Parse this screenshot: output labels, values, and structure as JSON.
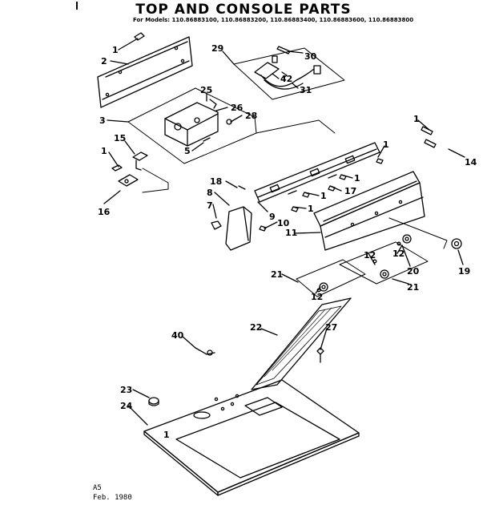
{
  "title": "TOP AND CONSOLE PARTS",
  "models_line": "For Models: 110.86883100, 110.86883200, 110.86883400, 110.86883600, 110.86883800",
  "footer": {
    "code": "A5",
    "date": "Feb. 1980"
  },
  "callouts": [
    "1",
    "2",
    "29",
    "30",
    "42",
    "31",
    "25",
    "26",
    "28",
    "3",
    "5",
    "1",
    "15",
    "16",
    "1",
    "14",
    "1",
    "18",
    "8",
    "7",
    "9",
    "10",
    "11",
    "1",
    "17",
    "1",
    "1",
    "19",
    "12",
    "20",
    "21",
    "12",
    "21",
    "12",
    "22",
    "27",
    "40",
    "23",
    "24",
    "1"
  ]
}
